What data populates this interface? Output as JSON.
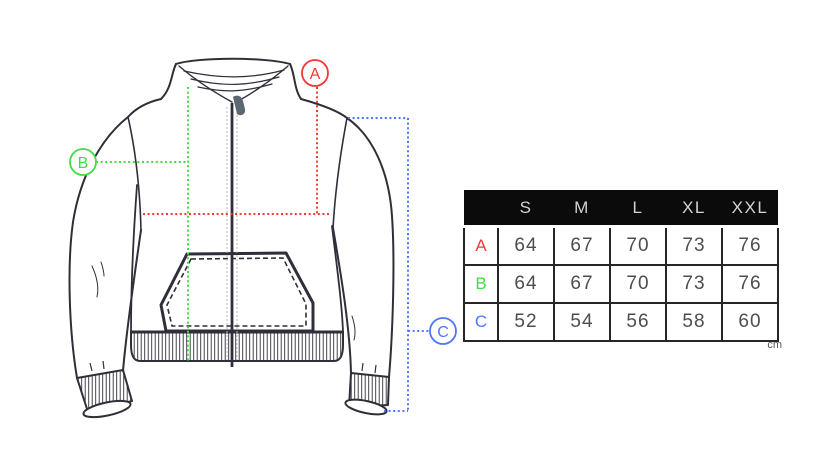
{
  "colors": {
    "red": "#f23a33",
    "green": "#43dc43",
    "blue": "#4c78f8",
    "ink": "#2f2f3a"
  },
  "diagram": {
    "markers": [
      {
        "id": "A"
      },
      {
        "id": "B"
      },
      {
        "id": "C"
      }
    ]
  },
  "table": {
    "columns": [
      "S",
      "M",
      "L",
      "XL",
      "XXL"
    ],
    "rows": [
      {
        "label": "A",
        "values": [
          64,
          67,
          70,
          73,
          76
        ]
      },
      {
        "label": "B",
        "values": [
          64,
          67,
          70,
          73,
          76
        ]
      },
      {
        "label": "C",
        "values": [
          52,
          54,
          56,
          58,
          60
        ]
      }
    ],
    "unit": "cm"
  }
}
